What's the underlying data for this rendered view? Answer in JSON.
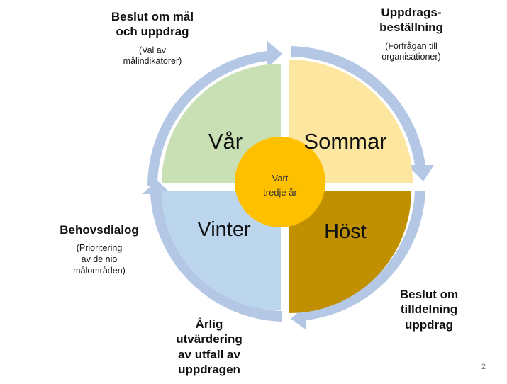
{
  "colors": {
    "ring": "#b4c8e6",
    "spring": "#c8e0b4",
    "summer": "#fde6a0",
    "autumn": "#c09000",
    "winter": "#bcd6ee",
    "center": "#ffc000"
  },
  "seasons": {
    "spring": "Vår",
    "summer": "Sommar",
    "autumn": "Höst",
    "winter": "Vinter"
  },
  "center": {
    "line1": "Vart",
    "line2": "tredje år"
  },
  "labels": {
    "top_left": {
      "head": "Beslut om mål\noch uppdrag",
      "sub": "(Val av\nmålindikatorer)"
    },
    "top_right": {
      "head": "Uppdrags-\nbeställning",
      "sub": "(Förfrågan till\norganisationer)"
    },
    "left": {
      "head": "Behovsdialog",
      "sub": "(Prioritering\nav de nio\nmålområden)"
    },
    "bottom_right": {
      "head": "Beslut om\ntilldelning\nuppdrag"
    },
    "bottom": {
      "head": "Årlig\nutvärdering\nav utfall av\nuppdragen"
    }
  },
  "page_number": "2"
}
